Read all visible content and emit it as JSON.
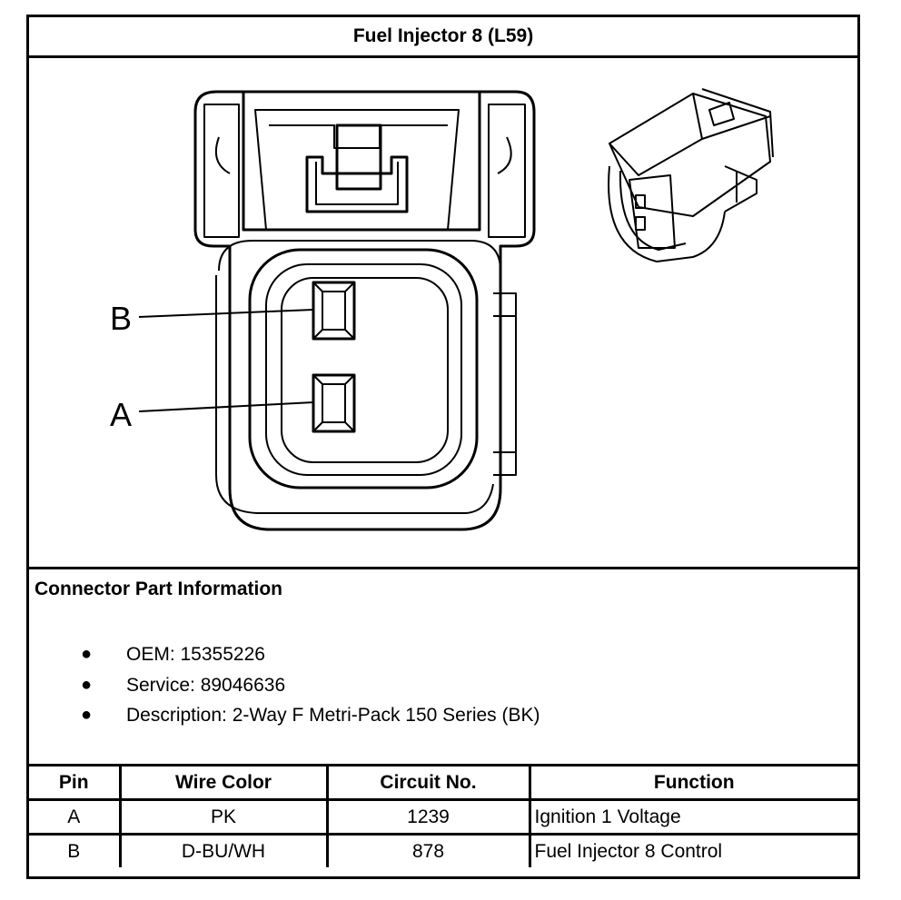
{
  "title": "Fuel Injector 8 (L59)",
  "diagram": {
    "pin_labels": [
      "B",
      "A"
    ]
  },
  "connector_info": {
    "heading": "Connector Part Information",
    "items": [
      "OEM: 15355226",
      "Service: 89046636",
      "Description: 2-Way F Metri-Pack 150 Series (BK)"
    ]
  },
  "table": {
    "headers": [
      "Pin",
      "Wire Color",
      "Circuit No.",
      "Function"
    ],
    "rows": [
      [
        "A",
        "PK",
        "1239",
        "Ignition 1 Voltage"
      ],
      [
        "B",
        "D-BU/WH",
        "878",
        "Fuel Injector 8 Control"
      ]
    ]
  }
}
